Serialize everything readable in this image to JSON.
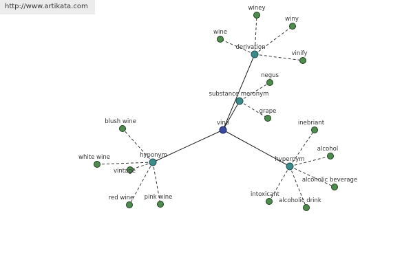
{
  "watermark": {
    "url": "http://www.artikata.com"
  },
  "graph": {
    "center": "vino",
    "relations": {
      "derivation": {
        "label": "derivation",
        "leaves": [
          "winey",
          "wine",
          "winy",
          "vinify"
        ]
      },
      "substance_meronym": {
        "label": "substance meronym",
        "leaves": [
          "negus",
          "grape"
        ]
      },
      "hyponym": {
        "label": "hyponym",
        "leaves": [
          "blush wine",
          "white wine",
          "vintage",
          "red wine",
          "pink wine"
        ]
      },
      "hypernym": {
        "label": "hypernym",
        "leaves": [
          "inebriant",
          "alcohol",
          "alcoholic beverage",
          "intoxicant",
          "alcoholic drink"
        ]
      }
    }
  },
  "colors": {
    "center_node": "#3a4aa0",
    "relation_node": "#3d8a8a",
    "leaf_node": "#4f8a4f"
  }
}
